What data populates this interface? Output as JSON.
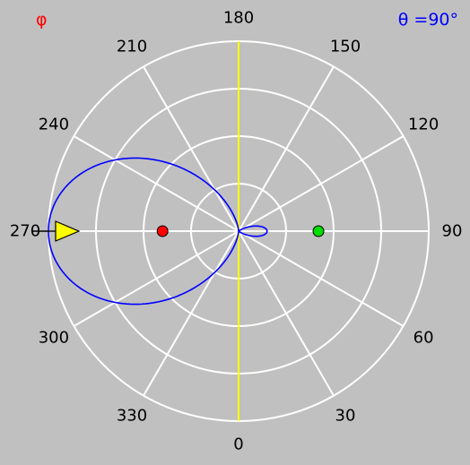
{
  "chart_data": {
    "type": "polar",
    "corner_left": "φ",
    "corner_right": "θ =90°",
    "angle_labels": [
      {
        "deg": 0,
        "text": "0"
      },
      {
        "deg": 30,
        "text": "30"
      },
      {
        "deg": 60,
        "text": "60"
      },
      {
        "deg": 90,
        "text": "90"
      },
      {
        "deg": 120,
        "text": "120"
      },
      {
        "deg": 150,
        "text": "150"
      },
      {
        "deg": 180,
        "text": "180"
      },
      {
        "deg": 210,
        "text": "210"
      },
      {
        "deg": 240,
        "text": "240"
      },
      {
        "deg": 270,
        "text": "270"
      },
      {
        "deg": 300,
        "text": "300"
      },
      {
        "deg": 330,
        "text": "330"
      }
    ],
    "grid_rings": [
      0.25,
      0.5,
      0.75,
      1.0
    ],
    "radial_lines_every_deg": 30,
    "pattern": {
      "color": "#0000ff",
      "main_lobe": {
        "direction_deg": 270,
        "peak": 1.0,
        "half_width_deg": 90
      },
      "back_lobe": {
        "direction_deg": 90,
        "peak": 0.15,
        "half_width_deg": 40
      }
    },
    "max_direction_deg": 270,
    "markers": [
      {
        "name": "red-dot",
        "deg": 270,
        "r": 0.4,
        "color": "#ff0000"
      },
      {
        "name": "green-dot",
        "deg": 90,
        "r": 0.42,
        "color": "#00dd00"
      }
    ],
    "colors": {
      "background": "#c0c0c0",
      "grid": "#ffffff",
      "axis": "#ffff00",
      "phi_label": "#ff0000",
      "theta_label": "#0000ff",
      "pointer_fill": "#ffff00"
    }
  }
}
